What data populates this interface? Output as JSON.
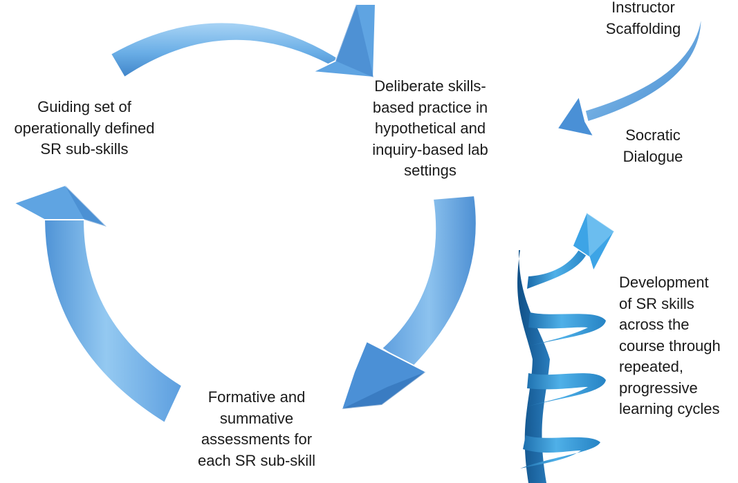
{
  "colors": {
    "arrow_light": "#8cc4ef",
    "arrow_mid": "#5b9fdf",
    "arrow_dark": "#2f6fb4",
    "spiral_light": "#5cb8ec",
    "spiral_dark": "#1568a8",
    "text": "#1a1a1a"
  },
  "labels": {
    "guiding": [
      "Guiding set of",
      "operationally defined",
      "SR sub-skills"
    ],
    "deliberate": [
      "Deliberate skills-",
      "based practice in",
      "hypothetical and",
      "inquiry-based lab",
      "settings"
    ],
    "instructor": [
      "Instructor",
      "Scaffolding"
    ],
    "socratic": [
      "Socratic",
      "Dialogue"
    ],
    "assessments": [
      "Formative and",
      "summative",
      "assessments for",
      "each SR sub-skill"
    ],
    "development": [
      "Development",
      "of SR skills",
      "across the",
      "course through",
      "repeated,",
      "progressive",
      "learning cycles"
    ]
  },
  "icons": [
    "cycle-arrow",
    "scaffolding-arrow",
    "spiral-arrow"
  ]
}
